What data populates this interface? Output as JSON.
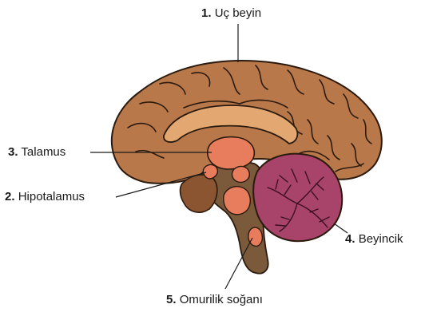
{
  "colors": {
    "cerebrum": "#b8784a",
    "cerebrum_dark": "#8a5530",
    "outline": "#2b1a0e",
    "corpus": "#e3a872",
    "thalamus": "#e77d5d",
    "brainstem": "#7a5a3a",
    "cerebellum": "#a8436a",
    "cerebellum_vein": "#3a1020"
  },
  "labels": [
    {
      "number": "1.",
      "text": "Uç beyin"
    },
    {
      "number": "2.",
      "text": "Hipotalamus"
    },
    {
      "number": "3.",
      "text": "Talamus"
    },
    {
      "number": "4.",
      "text": "Beyincik"
    },
    {
      "number": "5.",
      "text": "Omurilik soğanı"
    }
  ]
}
